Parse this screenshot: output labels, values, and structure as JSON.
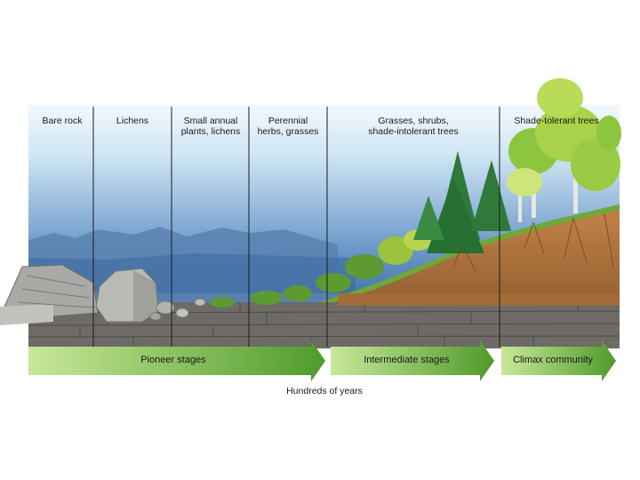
{
  "stages": [
    "Bare rock",
    "Lichens",
    "Small annual\nplants, lichens",
    "Perennial\nherbs, grasses",
    "Grasses, shrubs,\nshade-intolerant trees",
    "Shade-tolerant trees"
  ],
  "phases": [
    "Pioneer stages",
    "Intermediate stages",
    "Climax community"
  ],
  "time_axis": "Hundreds of years",
  "colors": {
    "sky_top": "#c8e4f4",
    "sky_bottom": "#4f7fb8",
    "mountains": "#5f84b2",
    "soil": "#b9773e",
    "bedrock": "#6e6a66",
    "arrow": "#7fc241",
    "arrow_dark": "#4f9a2a",
    "trees_dark": "#2f7a3a",
    "trees_light": "#a8d24a"
  }
}
